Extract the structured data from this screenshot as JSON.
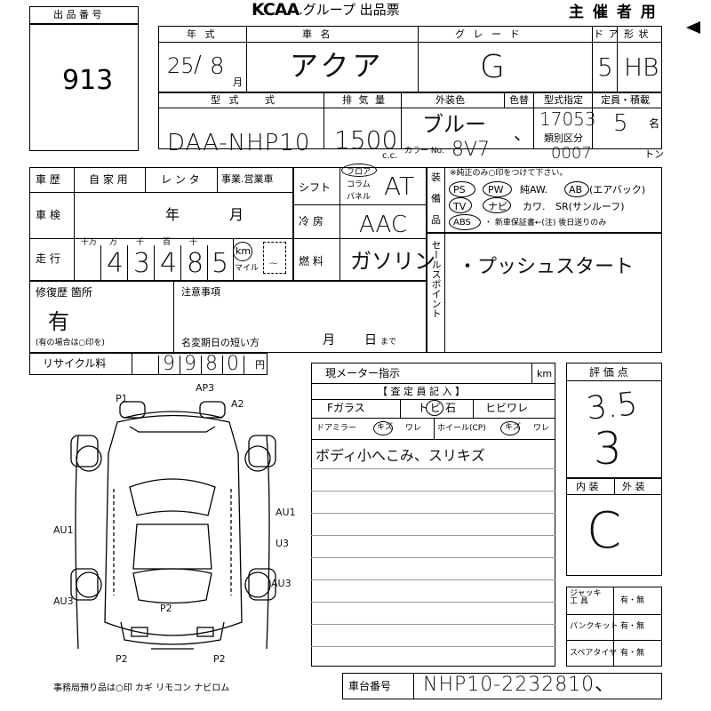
{
  "header": {
    "logo": "KCAA",
    "title": ".グループ 出品票",
    "organizer_label": "主 催 者 用"
  },
  "lot": {
    "label": "出 品 番 号",
    "number": "913"
  },
  "row1": {
    "year_label": "年 式",
    "car_name_label": "車 名",
    "grade_label": "グ レ ー ド",
    "door_label": "ド ア",
    "shape_label": "形 状",
    "year_value": "25",
    "month_value": "8",
    "month_unit": "月",
    "car_name": "アクア",
    "grade": "G",
    "doors": "5",
    "shape": "HB"
  },
  "row2": {
    "model_label": "型 式",
    "displacement_label": "排 気 量",
    "exterior_color_label": "外装色",
    "color_change_label": "色替",
    "type_designation_label": "型式指定",
    "category_label": "類別区分",
    "capacity_label": "定員・積載",
    "model": "DAA-NHP10",
    "displacement": "1500",
    "cc_unit": "c.c.",
    "exterior_color": "ブルー",
    "color_change": "、",
    "color_no_label": "カラー No.",
    "color_no": "8V7",
    "type_designation": "17053",
    "category": "0007",
    "seats": "5",
    "seats_unit": "名",
    "load_unit": "トン"
  },
  "history": {
    "label": "車 歴",
    "private": "自 家 用",
    "rental": "レ ン タ",
    "business": "事業.営業車",
    "inspection_label": "車 検",
    "inspection_year": "年",
    "inspection_month": "月",
    "mileage_label": "走 行",
    "digit_labels": [
      "十万",
      "万",
      "千",
      "百",
      "十",
      ""
    ],
    "digits": [
      "",
      "4",
      "3",
      "4",
      "8",
      "5"
    ],
    "km_unit": "km",
    "mile_unit": "マイル",
    "mile_mark": "~"
  },
  "shift": {
    "label": "シフト",
    "options": [
      "フロア",
      "コラム",
      "パネル"
    ],
    "value": "AT",
    "ac_label": "冷 房",
    "ac_value": "AAC",
    "fuel_label": "燃 料",
    "fuel_value": "ガソリン"
  },
  "equipment": {
    "label": "装備品",
    "note": "※純正のみ○印をつけて下さい。",
    "line1": [
      "PS",
      "PW",
      "純AW.",
      "AB",
      "(エアバック)"
    ],
    "line2": [
      "TV",
      "ナビ",
      "カワ.",
      "SR(サンルーフ)"
    ],
    "line3": [
      "ABS",
      "・ 新車保証書←(注) 後日送りのみ"
    ]
  },
  "sales_point": {
    "label": "セールスポイント",
    "text": "・プッシュスタート"
  },
  "repair": {
    "label": "修復歴 箇所",
    "value": "有",
    "note": "(有の場合は○印を)",
    "notes_label": "注意事項",
    "deadline_label": "名変期日の短い方",
    "deadline_month": "月",
    "deadline_day": "日",
    "deadline_suffix": "まで"
  },
  "recycle": {
    "label": "リサイクル料",
    "digits": [
      "",
      "9",
      "9",
      "8",
      "0"
    ],
    "unit": "円"
  },
  "meter": {
    "label": "現メーター指示",
    "unit": "km"
  },
  "inspector": {
    "title": "【 査 定 員 記 入 】",
    "glass_label": "Fガラス",
    "stone_label": "ト",
    "stone_mark": "ビ",
    "stone_suffix": "石",
    "crack_label": "ヒビワレ",
    "door_mirror": "ドアミラー",
    "mirror_mark": "キズ",
    "mirror_crack": "ワレ",
    "wheel": "ホイール(CP)",
    "wheel_mark": "キズ",
    "wheel_crack": "ワレ",
    "comment": "ボディ小へこみ、スリキズ"
  },
  "evaluation": {
    "label": "評 価 点",
    "score_strike": "3.5",
    "score": "3",
    "interior_label": "内 装",
    "exterior_label": "外 装",
    "interior_exterior_value": "C"
  },
  "tools": {
    "jack_label": "ジャッキ 工 具",
    "jack_value": "有・無",
    "puncture_label": "パンクキット",
    "puncture_value": "有・無",
    "spare_label": "スペアタイヤ",
    "spare_value": "有・無"
  },
  "chassis": {
    "label": "車台番号",
    "value": "NHP10-2232810、"
  },
  "footer": {
    "text": "事務局預り品は○印  カギ  リモコン  ナビロム"
  },
  "diagram_marks": {
    "m1": "P1",
    "m2": "AP3",
    "m3": "A2",
    "m4": "AU1",
    "m5": "AU1",
    "m6": "U3",
    "m7": "AU3",
    "m8": "AU3",
    "m9": "P2",
    "m10": "P2",
    "m11": "P2"
  }
}
